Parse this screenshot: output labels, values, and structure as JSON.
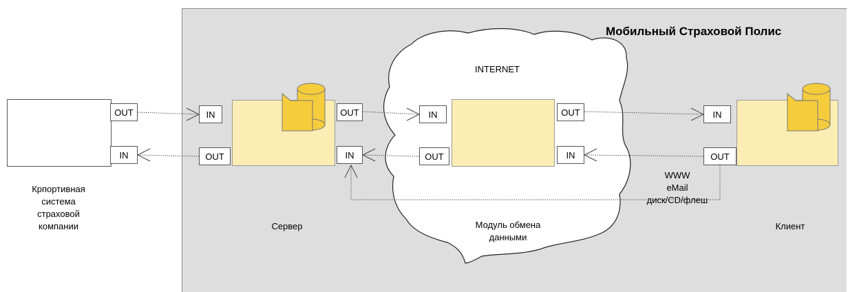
{
  "title": "Мобильный Страховой Полис",
  "internet_label": "INTERNET",
  "port_labels": {
    "out": "OUT",
    "in": "IN"
  },
  "nodes": {
    "corporate": "Крпортивная\nсистема\nстраховой\nкомпании",
    "server": "Сервер",
    "exchange": "Модуль обмена\nданными",
    "client": "Клиент"
  },
  "channels": [
    "WWW",
    "eMail",
    "диск/CD/флеш"
  ],
  "colors": {
    "panel": "#dedede",
    "component": "#fcedb4",
    "database": "#f5cc3c"
  }
}
